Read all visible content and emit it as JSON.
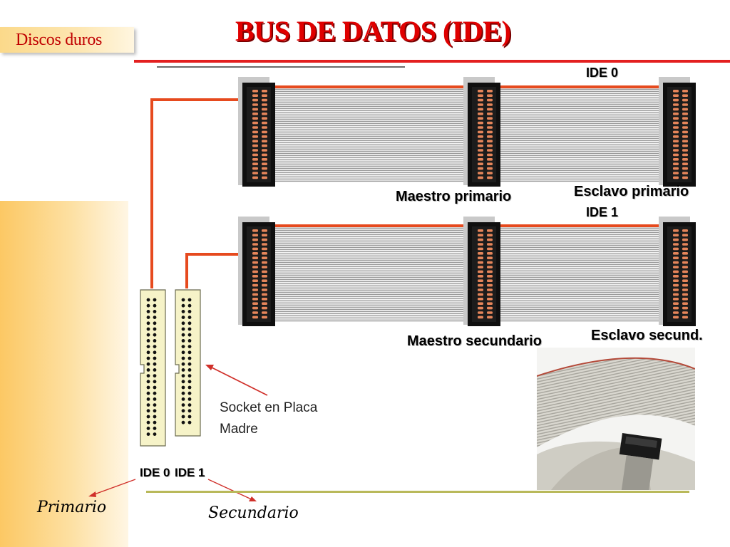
{
  "section": {
    "label": "Discos duros"
  },
  "slide": {
    "title": "BUS DE DATOS (IDE)"
  },
  "labels": {
    "ide0_top": "IDE 0",
    "ide1_top": "IDE 1",
    "maestro_primario": "Maestro primario",
    "esclavo_primario": "Esclavo primario",
    "maestro_secundario": "Maestro secundario",
    "esclavo_secundario": "Esclavo secund.",
    "socket": "Socket en Placa Madre",
    "ide0_bottom": "IDE 0",
    "ide1_bottom": "IDE 1",
    "primario": "Primario",
    "secundario": "Secundario"
  },
  "colors": {
    "title_red": "#e00000",
    "accent_red": "#e32020",
    "cable_red": "#e64a1e",
    "connector_black": "#111111",
    "pin_orange": "#e5855a",
    "socket_cream": "#f6f3c8",
    "ribbon_gray": "#d6d6d6"
  }
}
